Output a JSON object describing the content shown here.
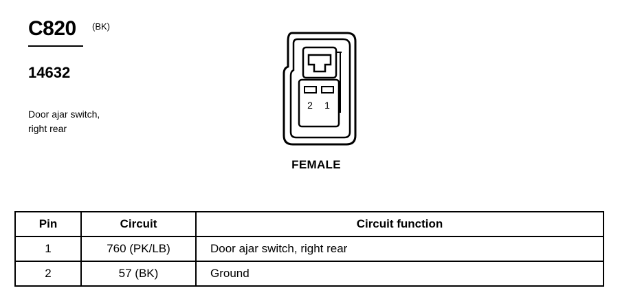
{
  "connector": {
    "id": "C820",
    "color_code": "(BK)",
    "part_number": "14632",
    "description_lines": [
      "Door ajar switch,",
      "right rear"
    ],
    "gender": "FEMALE",
    "pin_labels": [
      "2",
      "1"
    ]
  },
  "table": {
    "headers": [
      "Pin",
      "Circuit",
      "Circuit function"
    ],
    "rows": [
      [
        "1",
        "760 (PK/LB)",
        "Door ajar switch, right rear"
      ],
      [
        "2",
        "57 (BK)",
        "Ground"
      ]
    ]
  }
}
